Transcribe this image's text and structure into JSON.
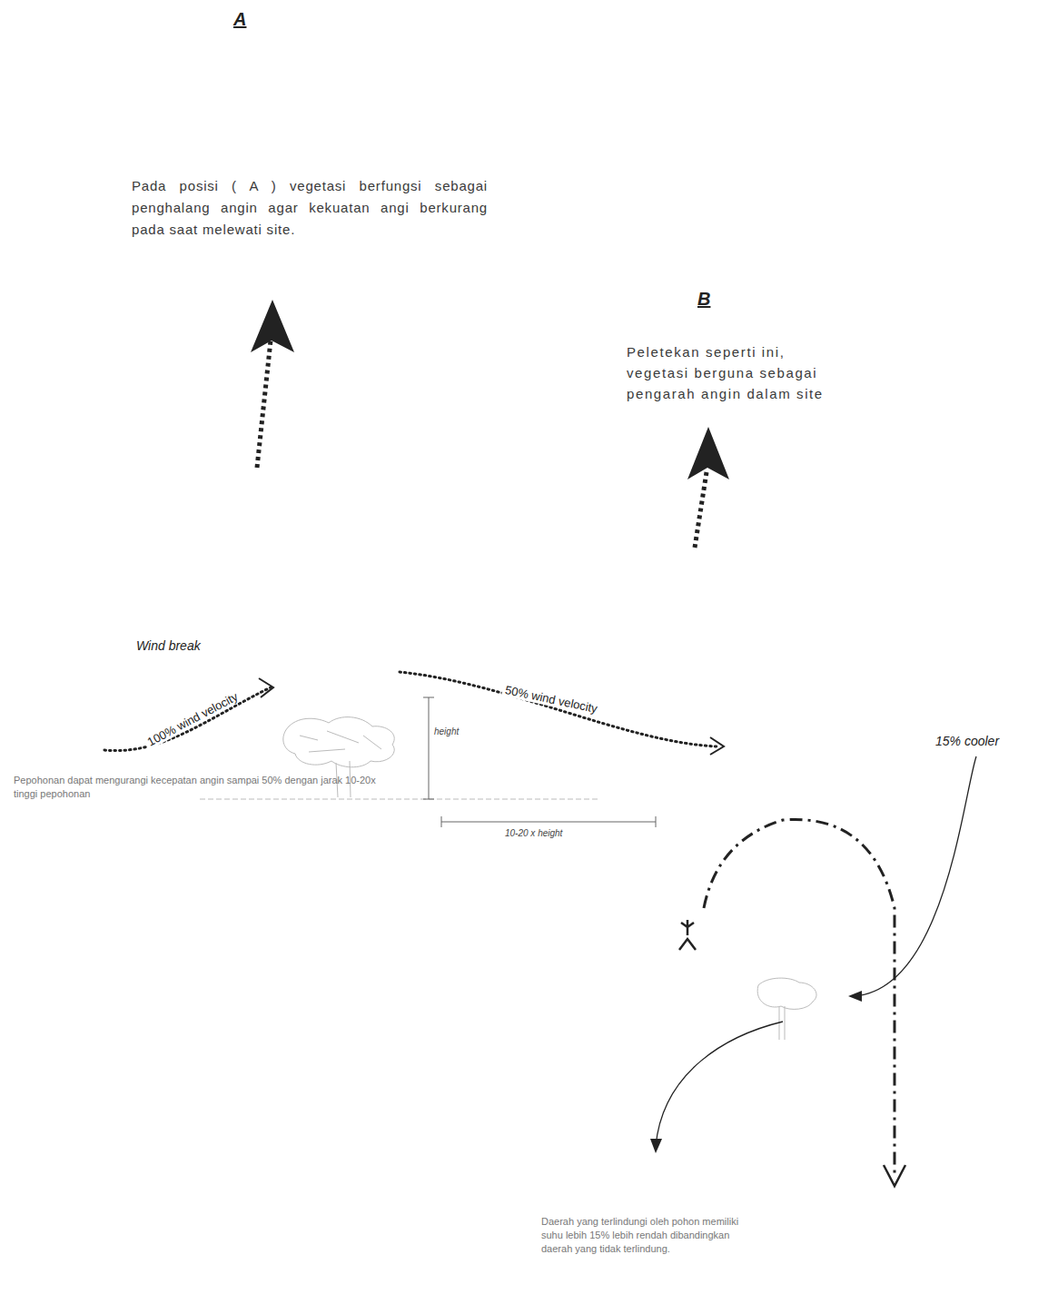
{
  "diagram": {
    "labels": [
      "A",
      "Pada posisi ( A ) vegetasi berfungsi sebagai penghalang angin agar kekuatan angi berkurang pada saat melewati site.",
      "B",
      "Peletekan seperti ini, vegetasi berguna sebagai pengarah angin dalam site",
      "Wind break",
      "100% wind velocity",
      "50% wind velocity",
      "height",
      "10-20 x height",
      "Pepohonan dapat mengurangi kecepatan angin sampai 50% dengan jarak 10-20x tinggi pepohonan",
      "15% cooler",
      "Daerah yang terlindungi oleh pohon memiliki suhu lebih 15% lebih rendah dibandingkan daerah yang tidak terlindung."
    ]
  }
}
